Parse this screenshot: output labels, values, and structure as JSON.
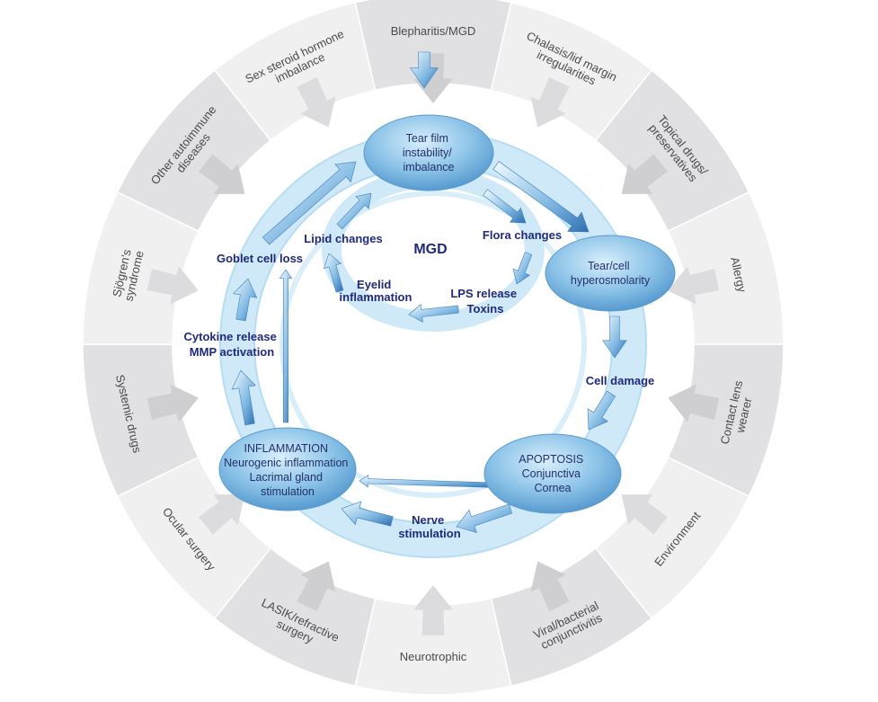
{
  "center": {
    "title": "MGD"
  },
  "outer_factors": [
    {
      "lines": [
        "Blepharitis/MGD"
      ]
    },
    {
      "lines": [
        "Chalasis/lid margin",
        "irregularities"
      ]
    },
    {
      "lines": [
        "Topical drugs/",
        "preservatives"
      ]
    },
    {
      "lines": [
        "Allergy"
      ]
    },
    {
      "lines": [
        "Contact lens",
        "wearer"
      ]
    },
    {
      "lines": [
        "Environment"
      ]
    },
    {
      "lines": [
        "Viral/bacterial",
        "conjunctivitis"
      ]
    },
    {
      "lines": [
        "Neurotrophic"
      ]
    },
    {
      "lines": [
        "LASIK/refractive",
        "surgery"
      ]
    },
    {
      "lines": [
        "Ocular surgery"
      ]
    },
    {
      "lines": [
        "Systemic drugs"
      ]
    },
    {
      "lines": [
        "Sjögren's",
        "syndrome"
      ]
    },
    {
      "lines": [
        "Other autoimmune",
        "diseases"
      ]
    },
    {
      "lines": [
        "Sex steroid hormone",
        "imbalance"
      ]
    }
  ],
  "nodes": {
    "tear_film": {
      "lines": [
        "Tear film",
        "instability/",
        "imbalance"
      ]
    },
    "hyperosmolarity": {
      "lines": [
        "Tear/cell",
        "hyperosmolarity"
      ]
    },
    "apoptosis": {
      "lines": [
        "APOPTOSIS",
        "Conjunctiva",
        "Cornea"
      ]
    },
    "inflammation": {
      "lines": [
        "INFLAMMATION",
        "Neurogenic inflammation",
        "Lacrimal gland",
        "stimulation"
      ]
    }
  },
  "cycle_labels": {
    "cell_damage": {
      "lines": [
        "Cell damage"
      ]
    },
    "nerve_stimulation": {
      "lines": [
        "Nerve",
        "stimulation"
      ]
    },
    "cytokine": {
      "lines": [
        "Cytokine release",
        "MMP activation"
      ]
    },
    "goblet": {
      "lines": [
        "Goblet cell loss"
      ]
    }
  },
  "inner_labels": {
    "lipid": {
      "lines": [
        "Lipid changes"
      ]
    },
    "flora": {
      "lines": [
        "Flora changes"
      ]
    },
    "lps": {
      "lines": [
        "LPS release",
        "Toxins"
      ]
    },
    "eyelid": {
      "lines": [
        "Eyelid",
        "inflammation"
      ]
    }
  },
  "colors": {
    "segment_light": "#f0f0f1",
    "segment_dark": "#e1e1e3",
    "arrow_fill": "#e4e4e6",
    "cycle_ring": "#c9e6f7",
    "node_fill": "#8cc3e8",
    "text_dark_blue": "#1f2a7a"
  }
}
